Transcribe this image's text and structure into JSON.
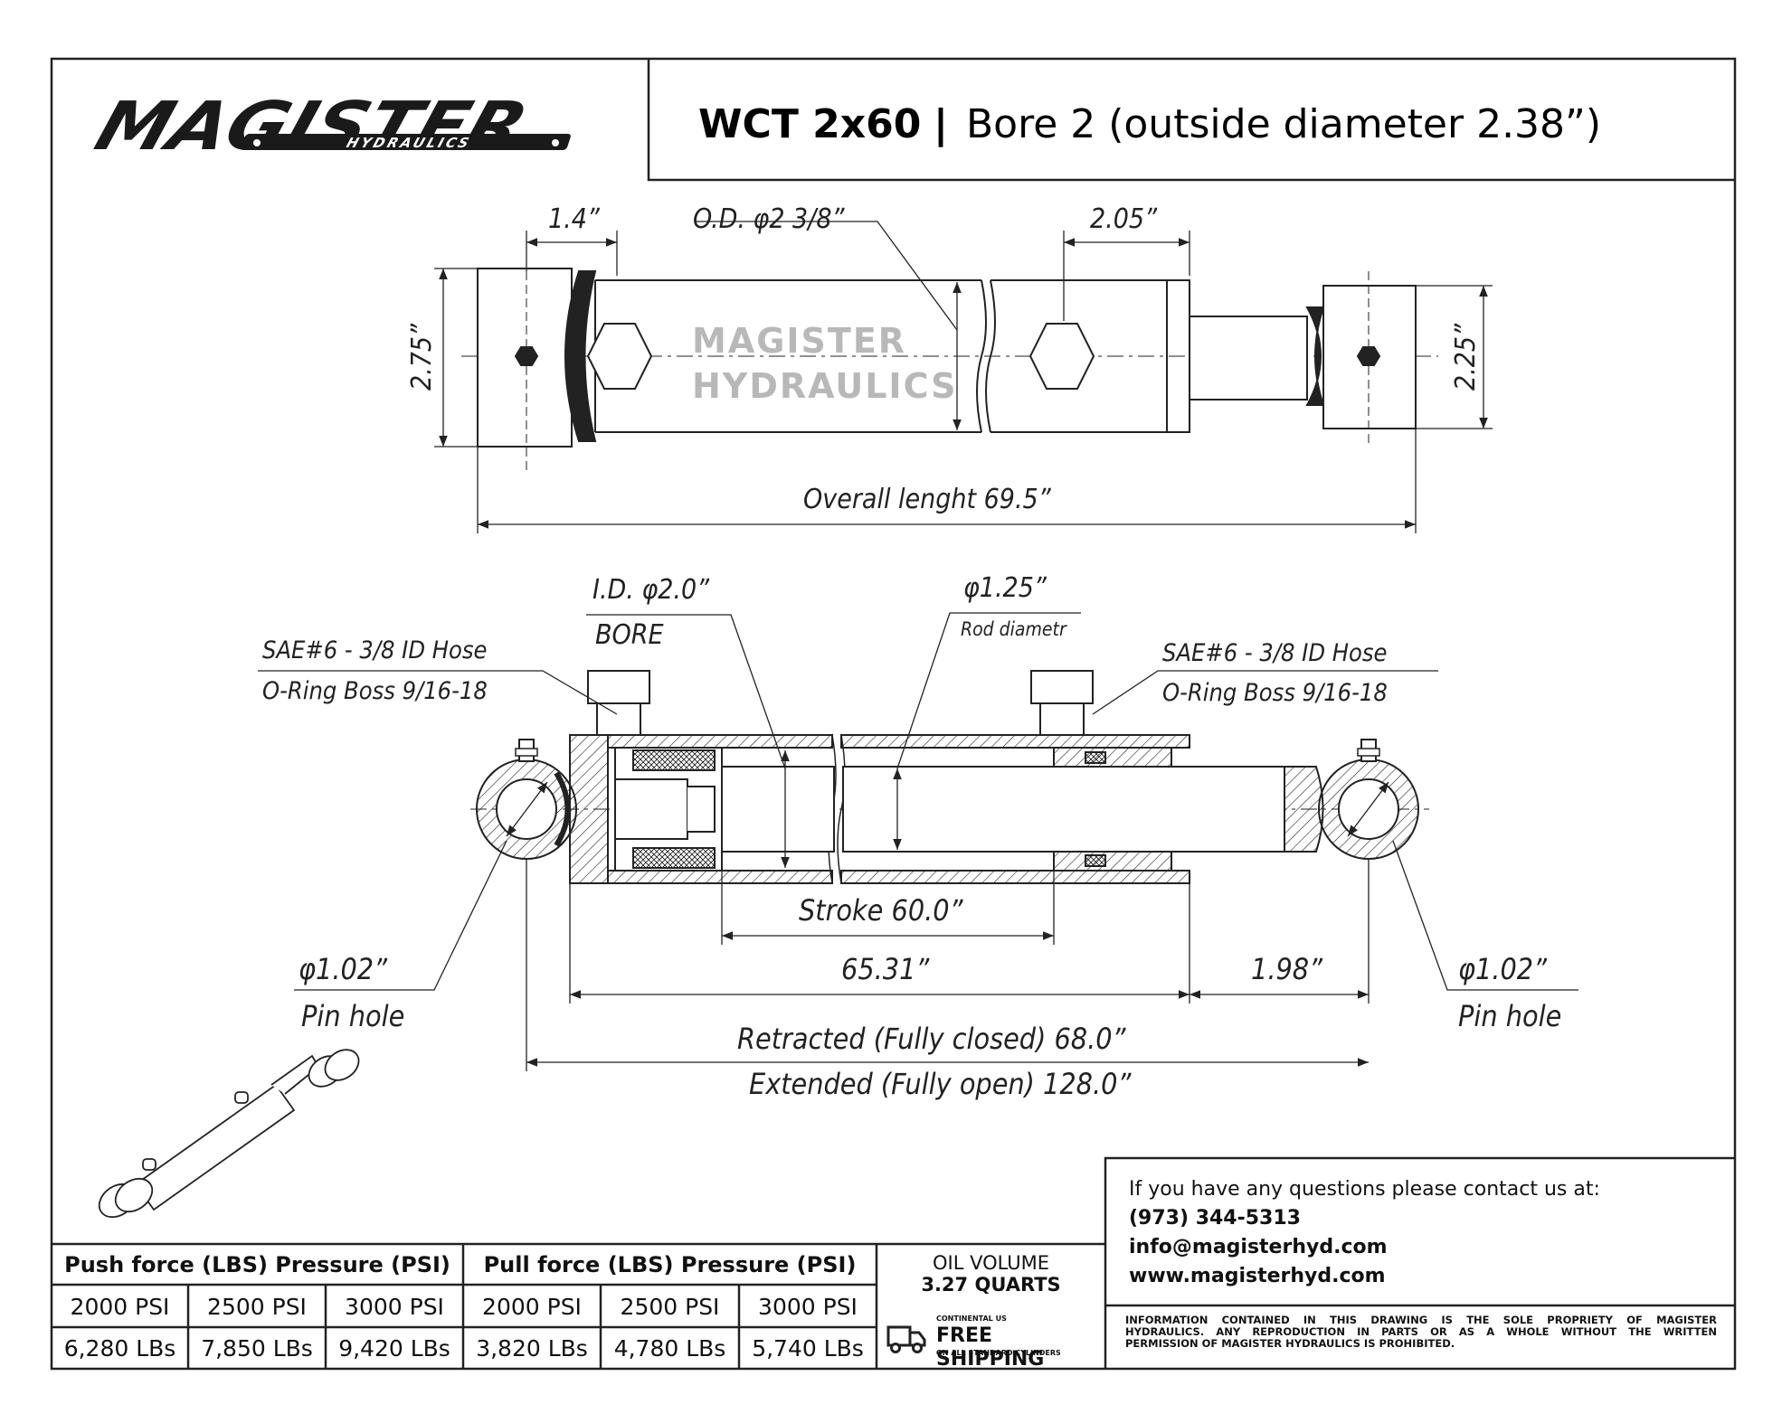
{
  "brand": {
    "name": "MAGISTER",
    "sub": "HYDRAULICS",
    "watermark_line1": "MAGISTER",
    "watermark_line2": "HYDRAULICS"
  },
  "header": {
    "model": "WCT 2x60",
    "separator": "|",
    "description": "Bore 2  (outside diameter 2.38”)"
  },
  "top_view": {
    "dim_clevis_offset": "1.4”",
    "dim_od": "O.D. φ2 3/8”",
    "dim_port_offset": "2.05”",
    "dim_height_left": "2.75”",
    "dim_height_right": "2.25”",
    "dim_overall": "Overall lenght 69.5”"
  },
  "section_view": {
    "id_label": "I.D. φ2.0”",
    "bore_label": "BORE",
    "rod_dia": "φ1.25”",
    "rod_dia_caption": "Rod diametr",
    "left_port_line1": "SAE#6 - 3/8 ID Hose",
    "left_port_line2": "O-Ring Boss 9/16-18",
    "right_port_line1": "SAE#6 - 3/8 ID Hose",
    "right_port_line2": "O-Ring Boss 9/16-18",
    "stroke": "Stroke 60.0”",
    "body_length": "65.31”",
    "rod_end": "1.98”",
    "pin_left": "φ1.02”",
    "pin_left_caption": "Pin hole",
    "pin_right": "φ1.02”",
    "pin_right_caption": "Pin hole",
    "retracted": "Retracted (Fully closed) 68.0”",
    "extended": "Extended (Fully open) 128.0”"
  },
  "contact": {
    "intro": "If you have any questions please contact us at:",
    "phone": "(973) 344-5313",
    "email": "info@magisterhyd.com",
    "web": "www.magisterhyd.com"
  },
  "forces": {
    "push_header": "Push force (LBS) Pressure (PSI)",
    "pull_header": "Pull force (LBS) Pressure (PSI)",
    "pressures": [
      "2000 PSI",
      "2500 PSI",
      "3000 PSI",
      "2000 PSI",
      "2500 PSI",
      "3000 PSI"
    ],
    "values": [
      "6,280 LBs",
      "7,850 LBs",
      "9,420 LBs",
      "3,820 LBs",
      "4,780 LBs",
      "5,740 LBs"
    ]
  },
  "oil": {
    "label": "OIL VOLUME",
    "value": "3.27  QUARTS"
  },
  "shipping": {
    "top": "CONTINENTAL US",
    "main": "FREE SHIPPING",
    "bottom": "ON ALL STANDARD CYLINDERS"
  },
  "notice": {
    "line1": "INFORMATION CONTAINED IN THIS DRAWING IS THE SOLE PROPRIETY OF MAGISTER",
    "line2": "HYDRAULICS. ANY REPRODUCTION IN PARTS OR AS A WHOLE WITHOUT THE WRITTEN",
    "line3": "PERMISSION OF MAGISTER HYDRAULICS IS PROHIBITED."
  },
  "colors": {
    "line": "#222222",
    "watermark": "#b8b8b8",
    "paper": "#ffffff",
    "seal": "#444444"
  }
}
